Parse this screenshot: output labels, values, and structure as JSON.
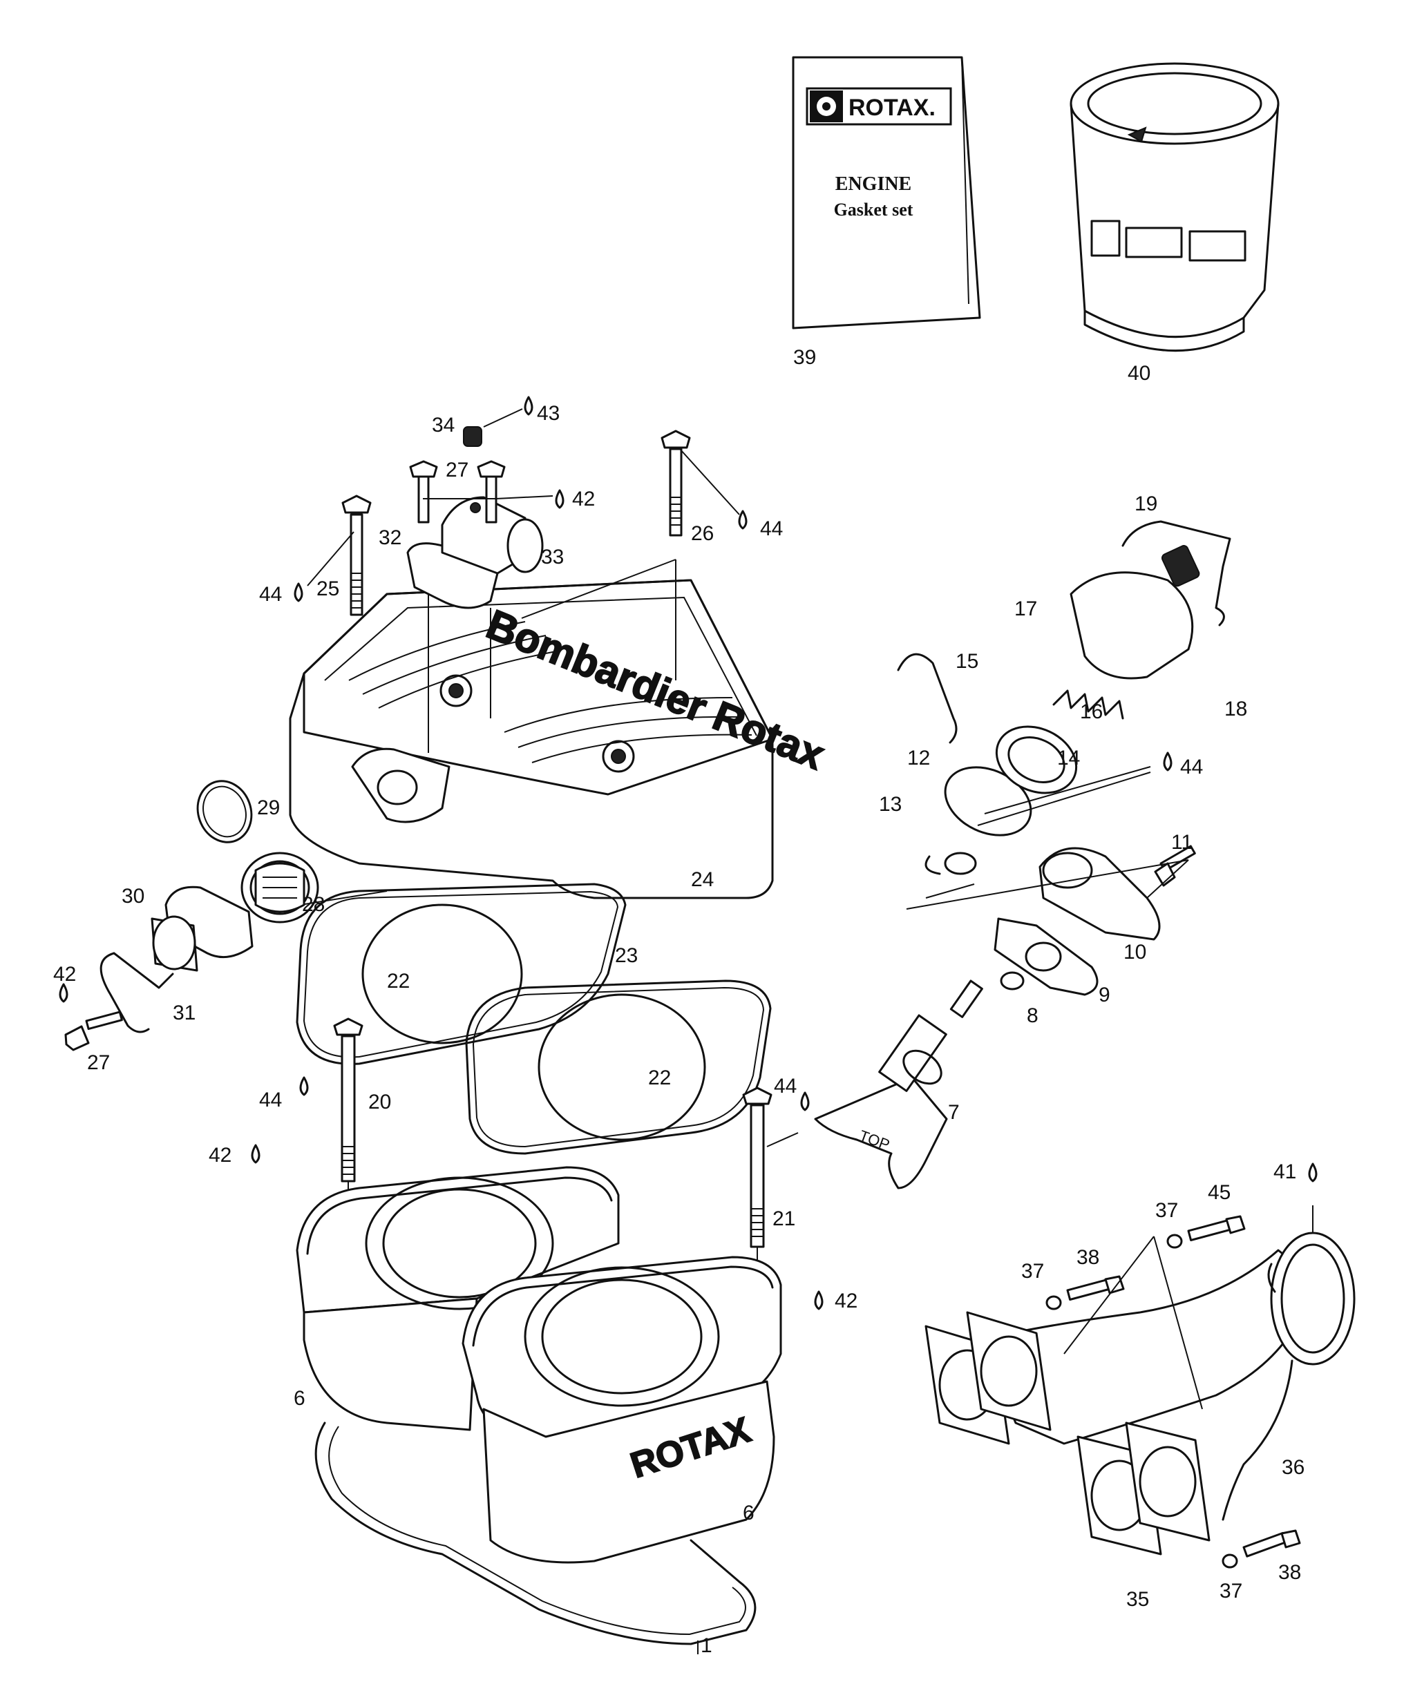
{
  "booklet": {
    "brand": "ROTAX.",
    "title_line1": "ENGINE",
    "title_line2": "Gasket set"
  },
  "cylinder_head_logo": "Bombardier Rotax",
  "cylinder_logo": "ROTAX",
  "piston_text": "TOP",
  "callouts": [
    "1",
    "6",
    "6",
    "7",
    "8",
    "9",
    "10",
    "11",
    "12",
    "13",
    "14",
    "15",
    "16",
    "17",
    "18",
    "19",
    "20",
    "21",
    "22",
    "22",
    "23",
    "24",
    "25",
    "26",
    "27",
    "27",
    "28",
    "29",
    "30",
    "31",
    "32",
    "33",
    "34",
    "35",
    "36",
    "37",
    "37",
    "37",
    "38",
    "38",
    "39",
    "40",
    "41",
    "42",
    "42",
    "42",
    "42",
    "43",
    "44",
    "44",
    "44",
    "44",
    "44",
    "45"
  ]
}
